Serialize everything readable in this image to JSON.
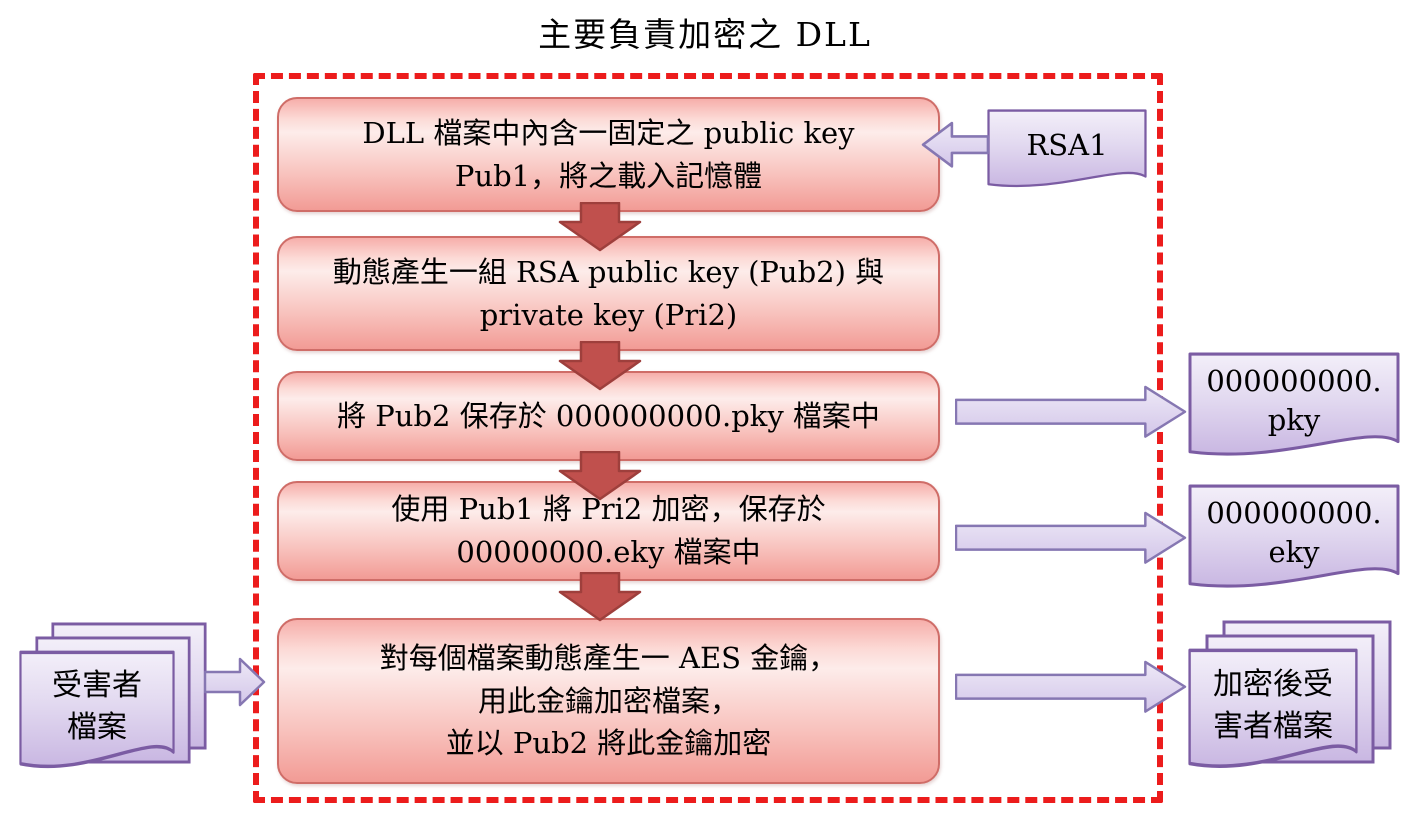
{
  "title": "主要負責加密之 DLL",
  "flow": {
    "steps": [
      {
        "label": "DLL 檔案中內含一固定之 public key\nPub1，將之載入記憶體"
      },
      {
        "label": "動態產生一組 RSA public key (Pub2) 與\nprivate key (Pri2)"
      },
      {
        "label": "將 Pub2 保存於 000000000.pky 檔案中"
      },
      {
        "label": "使用 Pub1 將 Pri2 加密，保存於\n00000000.eky 檔案中"
      },
      {
        "label": "對每個檔案動態產生一 AES 金鑰，\n用此金鑰加密檔案，\n並以 Pub2 將此金鑰加密"
      }
    ]
  },
  "documents": {
    "rsa1": {
      "label": "RSA1"
    },
    "pky": {
      "label": "000000000.\npky"
    },
    "eky": {
      "label": "000000000.\neky"
    },
    "victim_files": {
      "label": "受害者\n檔案"
    },
    "encrypted_victim_files": {
      "label": "加密後受\n害者檔案"
    }
  },
  "colors": {
    "dashed_border": "#ec1c1c",
    "step_box_border": "#cf6d68",
    "step_box_fill_top": "#f6aeaa",
    "step_box_fill_bottom": "#f29b95",
    "red_arrow_fill": "#c0504d",
    "red_arrow_border": "#9e3f3c",
    "purple_doc_border": "#7b5ca3",
    "purple_doc_fill_top": "#f1edf8",
    "purple_doc_fill_bottom": "#c9b7e2",
    "purple_arrow_border": "#8677b2",
    "purple_arrow_fill_top": "#ece7f6",
    "purple_arrow_fill_bottom": "#d3c6e9"
  }
}
